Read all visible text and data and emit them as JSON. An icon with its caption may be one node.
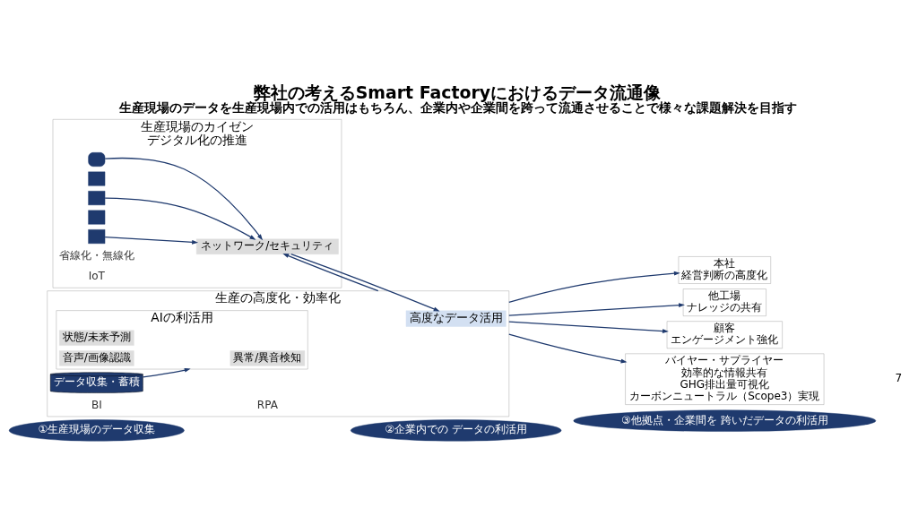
{
  "diagram": {
    "title": "弊社の考えるSmart Factoryにおけるデータ流通像",
    "nodes": [
      {
        "text": [
          "①生産現場のデータ収集"
        ]
      },
      {
        "text": [
          "②企業内での データの利活用"
        ]
      },
      {
        "text": [
          "③他拠点・企業間を 跨いだデータの利活用"
        ]
      },
      {
        "text": [
          "生産現場のカイゼン",
          "デジタル化の推進"
        ]
      },
      {
        "text": [],
        "shape": "person",
        "in": 3
      },
      {
        "text": [],
        "shape": "box",
        "in": 3
      },
      {
        "text": [],
        "shape": "box",
        "in": 3
      },
      {
        "text": [],
        "shape": "box",
        "in": 3
      },
      {
        "text": [],
        "shape": "box",
        "in": 3
      },
      {
        "text": [
          "ネットワーク/セキュリティ"
        ],
        "in": 3
      },
      {
        "text": [
          "生産の高度化・効率化"
        ]
      },
      {
        "text": [
          "AIの利活用"
        ],
        "in": 10
      },
      {
        "text": [
          "異常/異音検知"
        ],
        "in": 11
      },
      {
        "text": [
          "状態/未来予測"
        ],
        "in": 11
      },
      {
        "text": [
          "音声/画像認識"
        ],
        "in": 11
      },
      {
        "text": [
          "高度なデータ活用"
        ],
        "in": 10
      },
      {
        "text": [
          "データ収集・蓄積"
        ],
        "in": 10
      },
      {
        "text": [
          "本社",
          "経営判断の高度化"
        ]
      },
      {
        "text": [
          "他工場",
          "ナレッジの共有"
        ]
      },
      {
        "text": [
          "顧客",
          "エンゲージメント強化"
        ]
      },
      {
        "text": [
          "バイヤー・サプライヤー",
          "効率的な情報共有",
          "GHG排出量可視化",
          "カーボンニュートラル（Scope3）実現"
        ]
      }
    ],
    "edges": [
      {
        "from": 4,
        "to": 9,
        "arrow": "to"
      },
      {
        "from": 6,
        "to": 9,
        "arrow": "to"
      },
      {
        "from": 8,
        "to": 9,
        "arrow": "to"
      },
      {
        "from": 10,
        "to": 9,
        "arrow": "to"
      },
      {
        "from": 9,
        "to": 15,
        "arrow": "to"
      },
      {
        "from": 16,
        "to": 11,
        "arrow": "to"
      },
      {
        "from": 10,
        "to": 17,
        "arrow": "to"
      },
      {
        "from": 10,
        "to": 18,
        "arrow": "to"
      },
      {
        "from": 10,
        "to": 19,
        "arrow": "to"
      },
      {
        "from": 10,
        "to": 20,
        "arrow": "to"
      }
    ],
    "labels": [
      "生産現場のデータを生産現場内での活用はもちろん、企業内や企業間を跨って流通させることで様々な課題解決を目指す",
      "省線化・無線化",
      "IoT",
      "RPA",
      "BI",
      "7"
    ]
  }
}
